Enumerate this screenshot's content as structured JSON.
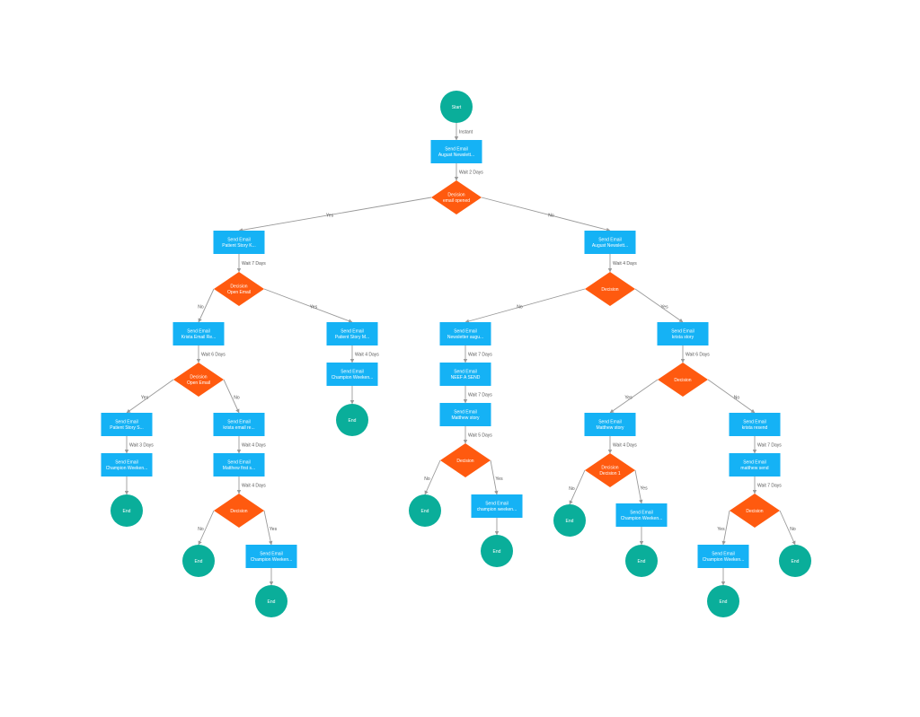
{
  "colors": {
    "start_end": "#0aae9a",
    "email": "#15b2f5",
    "decision": "#ff5a0f",
    "edge": "#9a9a9a",
    "edge_text": "#555555",
    "node_text": "#ffffff"
  },
  "nodes": {
    "start": {
      "kind": "circle",
      "lines": [
        "Start"
      ]
    },
    "e1": {
      "kind": "rect",
      "lines": [
        "Send Email",
        "August Newslett..."
      ]
    },
    "d1": {
      "kind": "diamond",
      "lines": [
        "Decision",
        "email opened"
      ]
    },
    "e2": {
      "kind": "rect",
      "lines": [
        "Send Email",
        "Patient Story K..."
      ]
    },
    "e3": {
      "kind": "rect",
      "lines": [
        "Send Email",
        "August Newslett..."
      ]
    },
    "d2": {
      "kind": "diamond",
      "lines": [
        "Decision",
        "Open Email"
      ]
    },
    "e4": {
      "kind": "rect",
      "lines": [
        "Send Email",
        "Krista Email Re..."
      ]
    },
    "e5": {
      "kind": "rect",
      "lines": [
        "Send Email",
        "Patient Story M..."
      ]
    },
    "e6": {
      "kind": "rect",
      "lines": [
        "Send Email",
        "Champion Weeken..."
      ]
    },
    "end1": {
      "kind": "circle",
      "lines": [
        "End"
      ]
    },
    "d3": {
      "kind": "diamond",
      "lines": [
        "Decision",
        "Open Email"
      ]
    },
    "e7": {
      "kind": "rect",
      "lines": [
        "Send Email",
        "Patient Story S..."
      ]
    },
    "e8": {
      "kind": "rect",
      "lines": [
        "Send Email",
        "Champion Weeken..."
      ]
    },
    "end2": {
      "kind": "circle",
      "lines": [
        "End"
      ]
    },
    "e9": {
      "kind": "rect",
      "lines": [
        "Send Email",
        "krista email re..."
      ]
    },
    "e10": {
      "kind": "rect",
      "lines": [
        "Send Email",
        "Matthew first s..."
      ]
    },
    "d4": {
      "kind": "diamond",
      "lines": [
        "Decision"
      ]
    },
    "end3": {
      "kind": "circle",
      "lines": [
        "End"
      ]
    },
    "e11": {
      "kind": "rect",
      "lines": [
        "Send Email",
        "Champion Weeken..."
      ]
    },
    "end4": {
      "kind": "circle",
      "lines": [
        "End"
      ]
    },
    "d5": {
      "kind": "diamond",
      "lines": [
        "Decision"
      ]
    },
    "e12": {
      "kind": "rect",
      "lines": [
        "Send Email",
        "Newsletter augu..."
      ]
    },
    "e13": {
      "kind": "rect",
      "lines": [
        "Send Email",
        "NEEF A SEND"
      ]
    },
    "e14": {
      "kind": "rect",
      "lines": [
        "Send Email",
        "Matthew story"
      ]
    },
    "d6": {
      "kind": "diamond",
      "lines": [
        "Decision"
      ]
    },
    "end5": {
      "kind": "circle",
      "lines": [
        "End"
      ]
    },
    "e15": {
      "kind": "rect",
      "lines": [
        "Send Email",
        "champion weeken..."
      ]
    },
    "end6": {
      "kind": "circle",
      "lines": [
        "End"
      ]
    },
    "e16": {
      "kind": "rect",
      "lines": [
        "Send Email",
        "krista story"
      ]
    },
    "d7": {
      "kind": "diamond",
      "lines": [
        "Decision"
      ]
    },
    "e17": {
      "kind": "rect",
      "lines": [
        "Send Email",
        "Matthew story"
      ]
    },
    "d8": {
      "kind": "diamond",
      "lines": [
        "Decision",
        "Decision 1"
      ]
    },
    "end7": {
      "kind": "circle",
      "lines": [
        "End"
      ]
    },
    "e18": {
      "kind": "rect",
      "lines": [
        "Send Email",
        "Champion Weeken..."
      ]
    },
    "end8": {
      "kind": "circle",
      "lines": [
        "End"
      ]
    },
    "e19": {
      "kind": "rect",
      "lines": [
        "Send Email",
        "krista resend"
      ]
    },
    "e20": {
      "kind": "rect",
      "lines": [
        "Send Email",
        "matthew send"
      ]
    },
    "d9": {
      "kind": "diamond",
      "lines": [
        "Decision"
      ]
    },
    "e21": {
      "kind": "rect",
      "lines": [
        "Send Email",
        "Champion Weeken..."
      ]
    },
    "end9": {
      "kind": "circle",
      "lines": [
        "End"
      ]
    },
    "end10": {
      "kind": "circle",
      "lines": [
        "End"
      ]
    }
  },
  "edges": [
    {
      "from": "start",
      "to": "e1",
      "label": "Instant"
    },
    {
      "from": "e1",
      "to": "d1",
      "label": "Wait 2 Days"
    },
    {
      "from": "d1",
      "to": "e2",
      "label": "Yes"
    },
    {
      "from": "d1",
      "to": "e3",
      "label": "No"
    },
    {
      "from": "e2",
      "to": "d2",
      "label": "Wait 7 Days"
    },
    {
      "from": "d2",
      "to": "e4",
      "label": "No"
    },
    {
      "from": "d2",
      "to": "e5",
      "label": "Yes"
    },
    {
      "from": "e5",
      "to": "e6",
      "label": "Wait 4 Days"
    },
    {
      "from": "e6",
      "to": "end1",
      "label": ""
    },
    {
      "from": "e4",
      "to": "d3",
      "label": "Wait 6 Days"
    },
    {
      "from": "d3",
      "to": "e7",
      "label": "Yes"
    },
    {
      "from": "d3",
      "to": "e9",
      "label": "No"
    },
    {
      "from": "e7",
      "to": "e8",
      "label": "Wait 3 Days"
    },
    {
      "from": "e8",
      "to": "end2",
      "label": ""
    },
    {
      "from": "e9",
      "to": "e10",
      "label": "Wait 4 Days"
    },
    {
      "from": "e10",
      "to": "d4",
      "label": "Wait 4 Days"
    },
    {
      "from": "d4",
      "to": "end3",
      "label": "No"
    },
    {
      "from": "d4",
      "to": "e11",
      "label": "Yes"
    },
    {
      "from": "e11",
      "to": "end4",
      "label": ""
    },
    {
      "from": "e3",
      "to": "d5",
      "label": "Wait 4 Days"
    },
    {
      "from": "d5",
      "to": "e12",
      "label": "No"
    },
    {
      "from": "d5",
      "to": "e16",
      "label": "Yes"
    },
    {
      "from": "e12",
      "to": "e13",
      "label": "Wait 7 Days"
    },
    {
      "from": "e13",
      "to": "e14",
      "label": "Wait 7 Days"
    },
    {
      "from": "e14",
      "to": "d6",
      "label": "Wait 5 Days"
    },
    {
      "from": "d6",
      "to": "end5",
      "label": "No"
    },
    {
      "from": "d6",
      "to": "e15",
      "label": "Yes"
    },
    {
      "from": "e15",
      "to": "end6",
      "label": ""
    },
    {
      "from": "e16",
      "to": "d7",
      "label": "Wait 6 Days"
    },
    {
      "from": "d7",
      "to": "e17",
      "label": "Yes"
    },
    {
      "from": "d7",
      "to": "e19",
      "label": "No"
    },
    {
      "from": "e17",
      "to": "d8",
      "label": "Wait 4 Days"
    },
    {
      "from": "d8",
      "to": "end7",
      "label": "No"
    },
    {
      "from": "d8",
      "to": "e18",
      "label": "Yes"
    },
    {
      "from": "e18",
      "to": "end8",
      "label": ""
    },
    {
      "from": "e19",
      "to": "e20",
      "label": "Wait 7 Days"
    },
    {
      "from": "e20",
      "to": "d9",
      "label": "Wait 7 Days"
    },
    {
      "from": "d9",
      "to": "e21",
      "label": "Yes"
    },
    {
      "from": "d9",
      "to": "end10",
      "label": "No"
    },
    {
      "from": "e21",
      "to": "end9",
      "label": ""
    }
  ]
}
